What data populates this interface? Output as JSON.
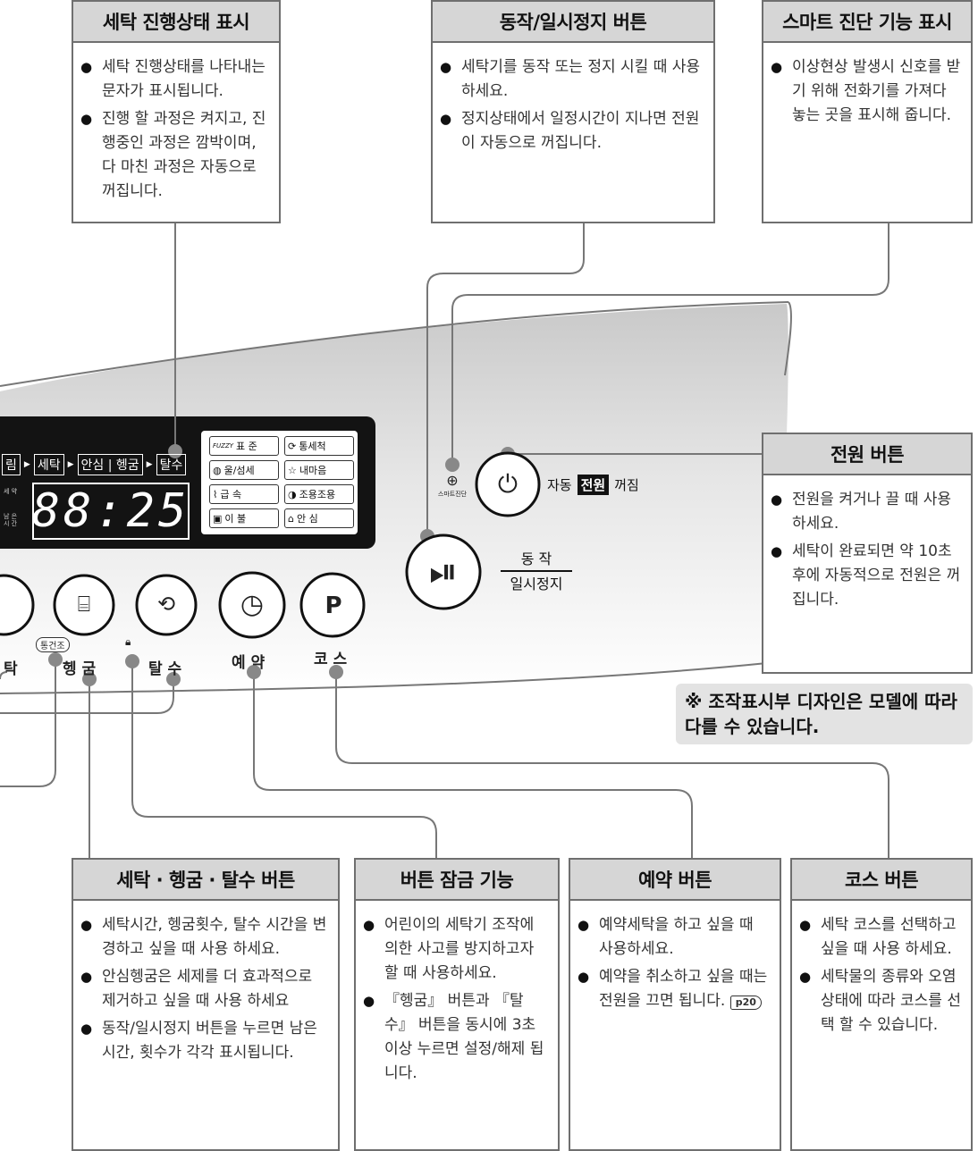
{
  "callouts": {
    "progress": {
      "title": "세탁 진행상태 표시",
      "items": [
        "세탁 진행상태를 나타내는 문자가 표시됩니다.",
        "진행 할 과정은 켜지고, 진행중인 과정은 깜박이며, 다 마친 과정은 자동으로 꺼집니다."
      ]
    },
    "start_pause": {
      "title": "동작/일시정지 버튼",
      "items": [
        "세탁기를 동작 또는 정지 시킬 때 사용하세요.",
        "정지상태에서 일정시간이 지나면 전원이 자동으로 꺼집니다."
      ]
    },
    "smart_diagnosis": {
      "title": "스마트 진단 기능 표시",
      "items": [
        "이상현상 발생시 신호를 받기 위해 전화기를 가져다 놓는 곳을 표시해 줍니다."
      ]
    },
    "power": {
      "title": "전원 버튼",
      "items": [
        "전원을 켜거나 끌 때 사용하세요.",
        "세탁이 완료되면 약 10초 후에 자동적으로 전원은 꺼집니다."
      ]
    },
    "wash_rinse_spin": {
      "title": "세탁 · 헹굼 · 탈수 버튼",
      "items": [
        "세탁시간, 헹굼횟수, 탈수 시간을 변경하고 싶을 때 사용 하세요.",
        "안심헹굼은 세제를 더 효과적으로 제거하고 싶을 때 사용 하세요",
        "동작/일시정지 버튼을 누르면 남은시간, 횟수가 각각 표시됩니다."
      ]
    },
    "child_lock": {
      "title": "버튼 잠금 기능",
      "items": [
        "어린이의 세탁기 조작에 의한 사고를 방지하고자 할 때 사용하세요.",
        "『헹굼』 버튼과 『탈수』 버튼을 동시에 3초 이상 누르면 설정/해제 됩니다."
      ]
    },
    "reserve": {
      "title": "예약 버튼",
      "items": [
        "예약세탁을 하고 싶을 때 사용하세요.",
        "예약을 취소하고 싶을 때는 전원을 끄면 됩니다."
      ],
      "page_ref": "p20"
    },
    "course": {
      "title": "코스 버튼",
      "items": [
        "세탁 코스를 선택하고 싶을 때 사용 하세요.",
        "세탁물의 종류와 오염 상태에 따라 코스를 선택 할 수 있습니다."
      ]
    }
  },
  "note": "※ 조작표시부 디자인은 모델에 따라 다를 수 있습니다.",
  "panel": {
    "progress_steps": [
      "림",
      "세탁",
      "안심 | 헹굼",
      "탈수"
    ],
    "display_time": "88:25",
    "lcd_side_labels": [
      "세 약",
      "남 은\n시 간"
    ],
    "course_items": [
      "표 준",
      "통세척",
      "울/섬세",
      "내마음",
      "급 속",
      "조용조용",
      "이 불",
      "안 심"
    ],
    "fuzzy_text": "FUZZY",
    "power_label_left": "자동",
    "power_label_mid": "전원",
    "power_label_right": "꺼짐",
    "start_label_top": "동 작",
    "start_label_bottom": "일시정지",
    "smart_label": "스마트진단",
    "dry_tag": "통건조",
    "button_labels": {
      "wash": "탁",
      "rinse": "헹 굼",
      "spin": "탈 수",
      "reserve": "예 약",
      "course": "코 스"
    }
  },
  "colors": {
    "header_bg": "#d6d6d6",
    "border": "#6f6f6f",
    "lcd_bg": "#1b1b1b",
    "lcd_text": "#ffffff"
  }
}
